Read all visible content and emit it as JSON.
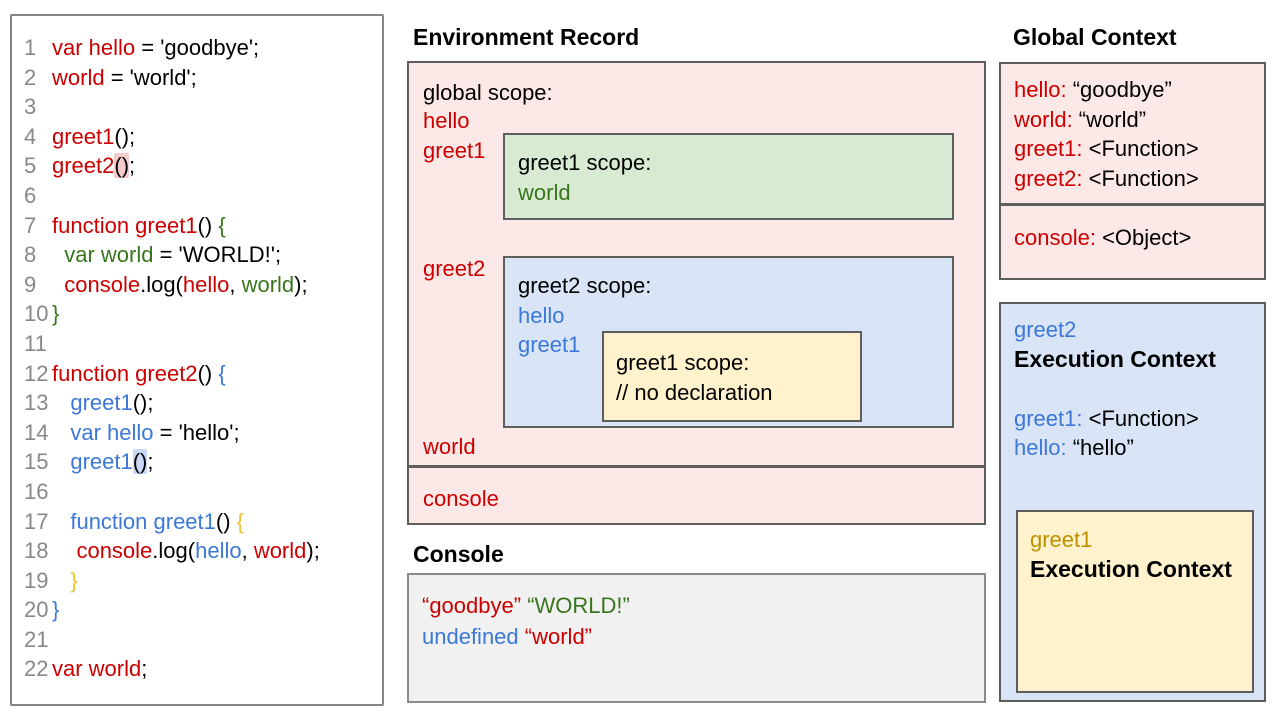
{
  "palette": {
    "red": "#cc0000",
    "green": "#38761d",
    "blue": "#3c78d8",
    "gold": "#bf9000",
    "brace_gold": "#f1c232",
    "pink_fill": "#fce8e6",
    "green_fill": "#d9ead3",
    "blue_fill": "#d9e4f6",
    "yellow_fill": "#fff2cc",
    "console_fill": "#f1f1f1"
  },
  "code_panel": {
    "lines": [
      {
        "n": "1",
        "parts": [
          {
            "t": "var hello",
            "c": "red"
          },
          {
            "t": " = 'goodbye';",
            "c": "black"
          }
        ]
      },
      {
        "n": "2",
        "parts": [
          {
            "t": "world",
            "c": "red"
          },
          {
            "t": " = 'world';",
            "c": "black"
          }
        ]
      },
      {
        "n": "3",
        "parts": []
      },
      {
        "n": "4",
        "parts": [
          {
            "t": "greet1",
            "c": "red"
          },
          {
            "t": "();",
            "c": "black"
          }
        ]
      },
      {
        "n": "5",
        "parts": [
          {
            "t": "greet2",
            "c": "red"
          },
          {
            "t": "()",
            "c": "black",
            "hl": "pink"
          },
          {
            "t": ";",
            "c": "black"
          }
        ]
      },
      {
        "n": "6",
        "parts": []
      },
      {
        "n": "7",
        "parts": [
          {
            "t": "function greet1",
            "c": "red"
          },
          {
            "t": "() ",
            "c": "black"
          },
          {
            "t": "{",
            "c": "green"
          }
        ]
      },
      {
        "n": "8",
        "parts": [
          {
            "t": "  ",
            "c": "black"
          },
          {
            "t": "var world",
            "c": "green"
          },
          {
            "t": " = 'WORLD!';",
            "c": "black"
          }
        ]
      },
      {
        "n": "9",
        "parts": [
          {
            "t": "  ",
            "c": "black"
          },
          {
            "t": "console",
            "c": "red"
          },
          {
            "t": ".log(",
            "c": "black"
          },
          {
            "t": "hello",
            "c": "red"
          },
          {
            "t": ", ",
            "c": "black"
          },
          {
            "t": "world",
            "c": "green"
          },
          {
            "t": ");",
            "c": "black"
          }
        ]
      },
      {
        "n": "10",
        "parts": [
          {
            "t": "}",
            "c": "green"
          }
        ]
      },
      {
        "n": "11",
        "parts": []
      },
      {
        "n": "12",
        "parts": [
          {
            "t": "function greet2",
            "c": "red"
          },
          {
            "t": "() ",
            "c": "black"
          },
          {
            "t": "{",
            "c": "blue"
          }
        ]
      },
      {
        "n": "13",
        "parts": [
          {
            "t": "   ",
            "c": "black"
          },
          {
            "t": "greet1",
            "c": "blue"
          },
          {
            "t": "();",
            "c": "black"
          }
        ]
      },
      {
        "n": "14",
        "parts": [
          {
            "t": "   ",
            "c": "black"
          },
          {
            "t": "var hello",
            "c": "blue"
          },
          {
            "t": " = 'hello';",
            "c": "black"
          }
        ]
      },
      {
        "n": "15",
        "parts": [
          {
            "t": "   ",
            "c": "black"
          },
          {
            "t": "greet1",
            "c": "blue"
          },
          {
            "t": "()",
            "c": "black",
            "hl": "blue"
          },
          {
            "t": ";",
            "c": "black"
          }
        ]
      },
      {
        "n": "16",
        "parts": []
      },
      {
        "n": "17",
        "parts": [
          {
            "t": "   ",
            "c": "black"
          },
          {
            "t": "function greet1",
            "c": "blue"
          },
          {
            "t": "() ",
            "c": "black"
          },
          {
            "t": "{",
            "c": "brace_gold"
          }
        ]
      },
      {
        "n": "18",
        "parts": [
          {
            "t": "    ",
            "c": "black"
          },
          {
            "t": "console",
            "c": "red"
          },
          {
            "t": ".log(",
            "c": "black"
          },
          {
            "t": "hello",
            "c": "blue"
          },
          {
            "t": ", ",
            "c": "black"
          },
          {
            "t": "world",
            "c": "red"
          },
          {
            "t": ");",
            "c": "black"
          }
        ]
      },
      {
        "n": "19",
        "parts": [
          {
            "t": "   ",
            "c": "black"
          },
          {
            "t": "}",
            "c": "brace_gold"
          }
        ]
      },
      {
        "n": "20",
        "parts": [
          {
            "t": "}",
            "c": "blue"
          }
        ]
      },
      {
        "n": "21",
        "parts": []
      },
      {
        "n": "22",
        "parts": [
          {
            "t": "var world",
            "c": "red"
          },
          {
            "t": ";",
            "c": "black"
          }
        ]
      }
    ]
  },
  "environment_record": {
    "title": "Environment Record",
    "global_scope_label": "global scope:",
    "hello": "hello",
    "greet1": "greet1",
    "greet2": "greet2",
    "world": "world",
    "console_item": "console",
    "greet1_scope": {
      "label": "greet1 scope:",
      "world": "world"
    },
    "greet2_scope": {
      "label": "greet2 scope:",
      "hello": "hello",
      "greet1": "greet1",
      "inner_greet1_scope": {
        "label": "greet1 scope:",
        "comment": "// no declaration"
      }
    }
  },
  "console_panel": {
    "title": "Console",
    "line1": [
      {
        "t": "“goodbye”",
        "c": "red"
      },
      {
        "t": " ",
        "c": "black"
      },
      {
        "t": "“WORLD!”",
        "c": "green"
      }
    ],
    "line2": [
      {
        "t": "undefined",
        "c": "blue"
      },
      {
        "t": " ",
        "c": "black"
      },
      {
        "t": "“world”",
        "c": "red"
      }
    ]
  },
  "global_context": {
    "title": "Global Context",
    "rows": [
      [
        {
          "t": "hello:",
          "c": "red"
        },
        {
          "t": " “goodbye”",
          "c": "black"
        }
      ],
      [
        {
          "t": "world:",
          "c": "red"
        },
        {
          "t": " “world”",
          "c": "black"
        }
      ],
      [
        {
          "t": "greet1:",
          "c": "red"
        },
        {
          "t": " <Function>",
          "c": "black"
        }
      ],
      [
        {
          "t": "greet2:",
          "c": "red"
        },
        {
          "t": " <Function>",
          "c": "black"
        }
      ]
    ],
    "console_row": [
      {
        "t": "console:",
        "c": "red"
      },
      {
        "t": " <Object>",
        "c": "black"
      }
    ]
  },
  "greet2_execution_context": {
    "name": "greet2",
    "title": "Execution Context",
    "rows": [
      [
        {
          "t": "greet1:",
          "c": "blue"
        },
        {
          "t": " <Function>",
          "c": "black"
        }
      ],
      [
        {
          "t": "hello:",
          "c": "blue"
        },
        {
          "t": " “hello”",
          "c": "black"
        }
      ]
    ],
    "greet1_execution_context": {
      "name": "greet1",
      "title": "Execution Context"
    }
  }
}
